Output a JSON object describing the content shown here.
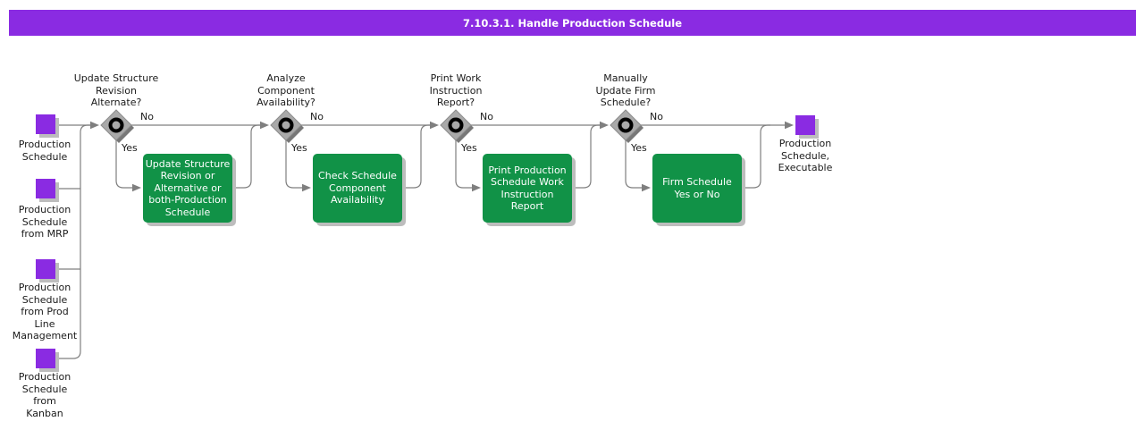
{
  "header": {
    "title": "7.10.3.1. Handle Production Schedule"
  },
  "colors": {
    "header_bg": "#8A2BE2",
    "event_fill": "#8A2BE2",
    "task_fill": "#119247",
    "task_text": "#FFFFFF",
    "decision_fill": "#A9A9A9",
    "decision_ring": "#000000",
    "connector": "#7F7F7F",
    "label_text": "#1A1A1A"
  },
  "inputs": [
    {
      "label": "Production\nSchedule"
    },
    {
      "label": "Production\nSchedule\nfrom MRP"
    },
    {
      "label": "Production\nSchedule\nfrom Prod\nLine\nManagement"
    },
    {
      "label": "Production\nSchedule\nfrom\nKanban"
    }
  ],
  "decisions": [
    {
      "question": "Update Structure\nRevision\nAlternate?",
      "no_label": "No",
      "yes_label": "Yes"
    },
    {
      "question": "Analyze\nComponent\nAvailability?",
      "no_label": "No",
      "yes_label": "Yes"
    },
    {
      "question": "Print Work\nInstruction\nReport?",
      "no_label": "No",
      "yes_label": "Yes"
    },
    {
      "question": "Manually\nUpdate Firm\nSchedule?",
      "no_label": "No",
      "yes_label": "Yes"
    }
  ],
  "tasks": [
    {
      "label": "Update Structure\nRevision or\nAlternative or\nboth-Production\nSchedule"
    },
    {
      "label": "Check Schedule\nComponent\nAvailability"
    },
    {
      "label": "Print Production\nSchedule Work\nInstruction\nReport"
    },
    {
      "label": "Firm Schedule\nYes or No"
    }
  ],
  "output": {
    "label": "Production\nSchedule,\nExecutable"
  }
}
